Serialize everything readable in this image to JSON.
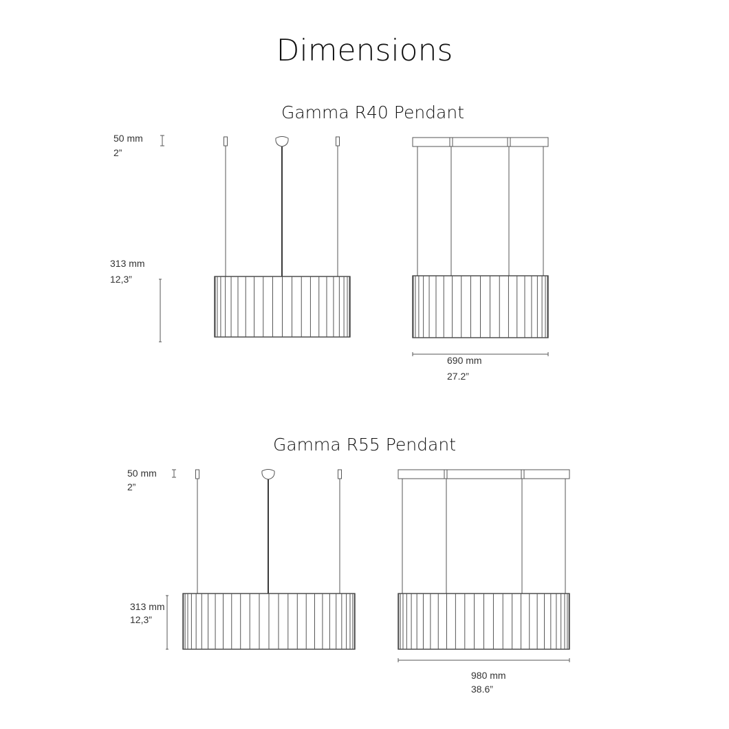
{
  "title": "Dimensions",
  "products": [
    {
      "name": "Gamma R40 Pendant",
      "canopy_height_mm": "50 mm",
      "canopy_height_in": "2”",
      "shade_height_mm": "313 mm",
      "shade_height_in": "12,3”",
      "width_mm": "690 mm",
      "width_in": "27.2”"
    },
    {
      "name": "Gamma R55 Pendant",
      "canopy_height_mm": "50 mm",
      "canopy_height_in": "2”",
      "shade_height_mm": "313 mm",
      "shade_height_in": "12,3”",
      "width_mm": "980 mm",
      "width_in": "38.6”"
    }
  ]
}
